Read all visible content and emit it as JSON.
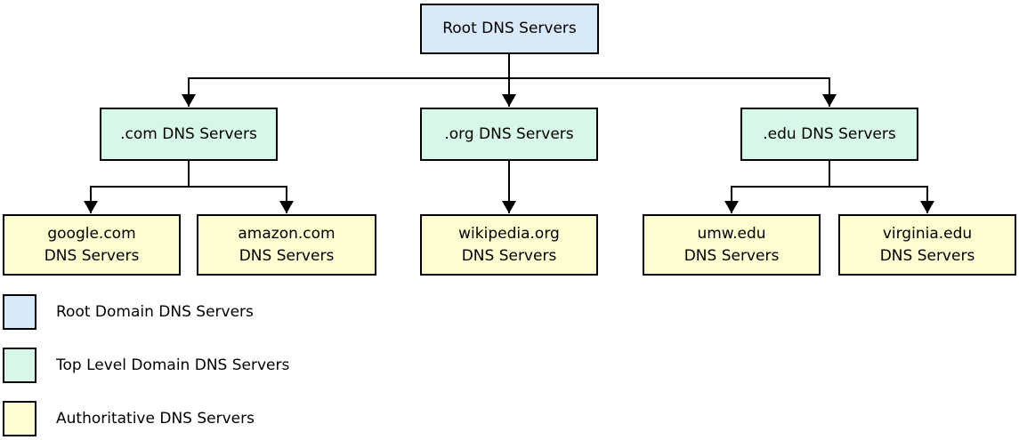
{
  "diagram": {
    "title_implied": "DNS server hierarchy",
    "root": {
      "label": "Root DNS Servers"
    },
    "tlds": [
      {
        "label": ".com DNS Servers"
      },
      {
        "label": ".org DNS Servers"
      },
      {
        "label": ".edu DNS Servers"
      }
    ],
    "leaves": [
      {
        "line1": "google.com",
        "line2": "DNS Servers",
        "parent": ".com"
      },
      {
        "line1": "amazon.com",
        "line2": "DNS Servers",
        "parent": ".com"
      },
      {
        "line1": "wikipedia.org",
        "line2": "DNS Servers",
        "parent": ".org"
      },
      {
        "line1": "umw.edu",
        "line2": "DNS Servers",
        "parent": ".edu"
      },
      {
        "line1": "virginia.edu",
        "line2": "DNS Servers",
        "parent": ".edu"
      }
    ],
    "colors": {
      "root_fill": "#d8e9fa",
      "tld_fill": "#d7f7e7",
      "authoritative_fill": "#fdfdd0",
      "border": "#000000",
      "connector": "#000000",
      "background": "#ffffff"
    }
  },
  "legend": {
    "items": [
      {
        "label": "Root Domain DNS Servers",
        "swatch_color": "#d8e9fa"
      },
      {
        "label": "Top Level Domain DNS Servers",
        "swatch_color": "#d7f7e7"
      },
      {
        "label": "Authoritative DNS Servers",
        "swatch_color": "#fdfdd0"
      }
    ]
  }
}
